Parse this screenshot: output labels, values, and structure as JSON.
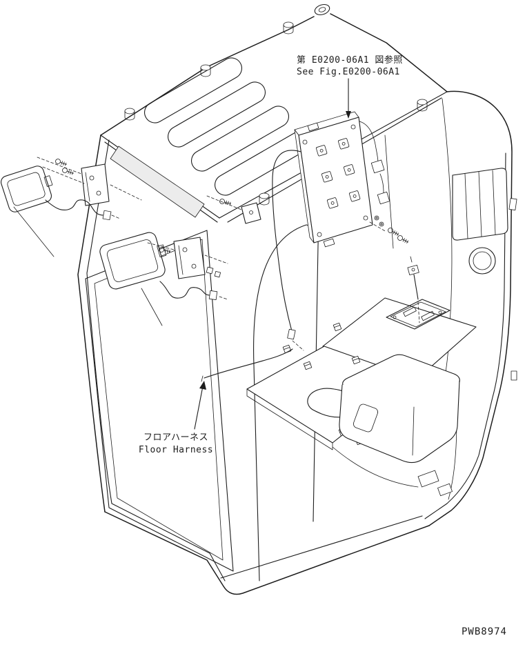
{
  "diagram": {
    "type": "parts-illustration",
    "subject": "operator-cab-electrical-work-lamp-and-floor-harness",
    "figure_reference": {
      "line1_jp": "第 E0200-06A1 図参照",
      "line2_en": "See Fig.E0200-06A1"
    },
    "callouts": {
      "floor_harness_jp": "フロアハーネス",
      "floor_harness_en": "Floor Harness"
    },
    "drawing_number": "PWB8974",
    "colors": {
      "ink": "#1c1c1c",
      "paper": "#ffffff",
      "shade": "#ececec"
    }
  }
}
